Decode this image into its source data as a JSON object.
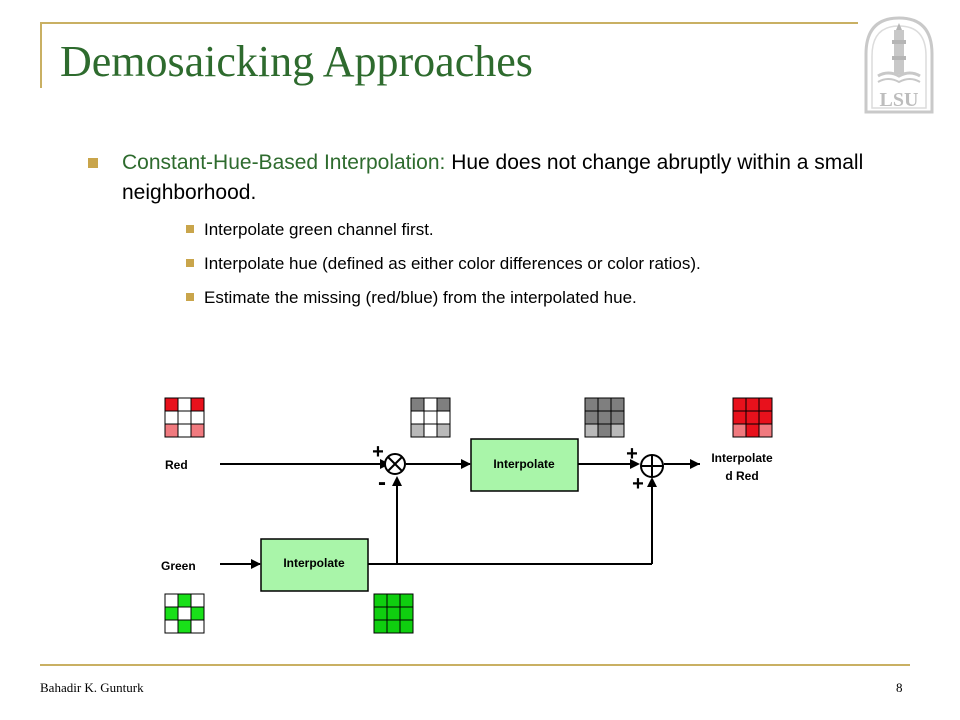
{
  "slide": {
    "title": "Demosaicking Approaches",
    "logo_text": "LSU",
    "bullet": {
      "term": "Constant-Hue-Based Interpolation:",
      "text": " Hue does not change abruptly within a small neighborhood."
    },
    "sub_bullets": [
      "Interpolate green channel first.",
      "Interpolate hue (defined as either color differences or color ratios).",
      "Estimate the missing (red/blue) from the interpolated hue."
    ],
    "footer": {
      "author": "Bahadir K. Gunturk",
      "page": "8"
    }
  },
  "diagram": {
    "labels": {
      "red": "Red",
      "green": "Green",
      "interp_bottom": "Interpolate",
      "interp_top": "Interpolate",
      "out_line1": "Interpolate",
      "out_line2": "d Red",
      "plus_mult": "+",
      "minus_mult": "-",
      "plus_sum_top": "+",
      "plus_sum_bottom": "+"
    },
    "colors": {
      "red": "#e8111c",
      "light_red": "#f07a7f",
      "green": "#19e019",
      "green_dark": "#0fcf0f",
      "light_green": "#9ef09e",
      "gray": "#7f7f7f",
      "light_gray": "#b9b9b9",
      "box_fill": "#a9f5a9",
      "gold": "#c9a54b",
      "title_green": "#2e6b2e"
    },
    "grids": {
      "red_input": [
        [
          "R",
          "W",
          "R"
        ],
        [
          "W",
          "W",
          "W"
        ],
        [
          "L",
          "W",
          "L"
        ]
      ],
      "diff_sparse": [
        [
          "G",
          "W",
          "G"
        ],
        [
          "W",
          "W",
          "W"
        ],
        [
          "L",
          "W",
          "L"
        ]
      ],
      "diff_full": [
        [
          "G",
          "G",
          "G"
        ],
        [
          "G",
          "G",
          "G"
        ],
        [
          "L",
          "G",
          "L"
        ]
      ],
      "red_output": [
        [
          "R",
          "R",
          "R"
        ],
        [
          "R",
          "R",
          "R"
        ],
        [
          "L",
          "R",
          "L"
        ]
      ],
      "green_input": [
        [
          "W",
          "G",
          "W"
        ],
        [
          "G",
          "W",
          "G"
        ],
        [
          "W",
          "G",
          "W"
        ]
      ],
      "green_output": [
        [
          "G",
          "G",
          "G"
        ],
        [
          "G",
          "G",
          "G"
        ],
        [
          "G",
          "G",
          "G"
        ]
      ]
    }
  }
}
